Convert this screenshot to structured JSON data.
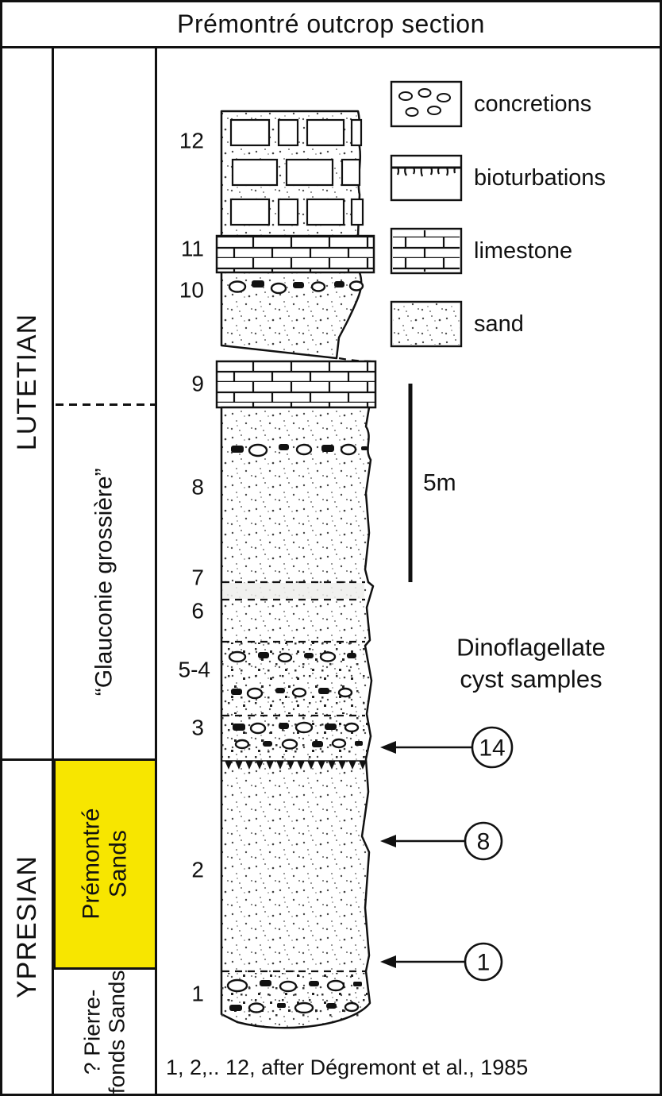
{
  "title": "Prémontré outcrop section",
  "stages": {
    "lutetian": "LUTETIAN",
    "ypresian": "YPRESIAN"
  },
  "formations": {
    "glauconie": "“Glauconie grossière”",
    "premontre_line1": "Prémontré",
    "premontre_line2": "Sands",
    "premontre_highlight_color": "#f7e600",
    "pierrefonds_line1": "? Pierre-",
    "pierrefonds_line2": "fonds Sands"
  },
  "units": [
    {
      "label": "12"
    },
    {
      "label": "11"
    },
    {
      "label": "10"
    },
    {
      "label": "9"
    },
    {
      "label": "8"
    },
    {
      "label": "7"
    },
    {
      "label": "6"
    },
    {
      "label": "5-4"
    },
    {
      "label": "3"
    },
    {
      "label": "2"
    },
    {
      "label": "1"
    }
  ],
  "legend": {
    "items": [
      {
        "symbol": "concretions-swatch",
        "label": "concretions"
      },
      {
        "symbol": "bioturbations-swatch",
        "label": "bioturbations"
      },
      {
        "symbol": "limestone-swatch",
        "label": "limestone"
      },
      {
        "symbol": "sand-swatch",
        "label": "sand"
      }
    ]
  },
  "scale": {
    "label": "5m"
  },
  "samples": {
    "heading_line1": "Dinoflagellate",
    "heading_line2": "cyst samples",
    "points": [
      {
        "number": "14"
      },
      {
        "number": "8"
      },
      {
        "number": "1"
      }
    ]
  },
  "caption": "1, 2,.. 12, after Dégremont et al., 1985",
  "colors": {
    "ink": "#111111",
    "background": "#ffffff"
  }
}
